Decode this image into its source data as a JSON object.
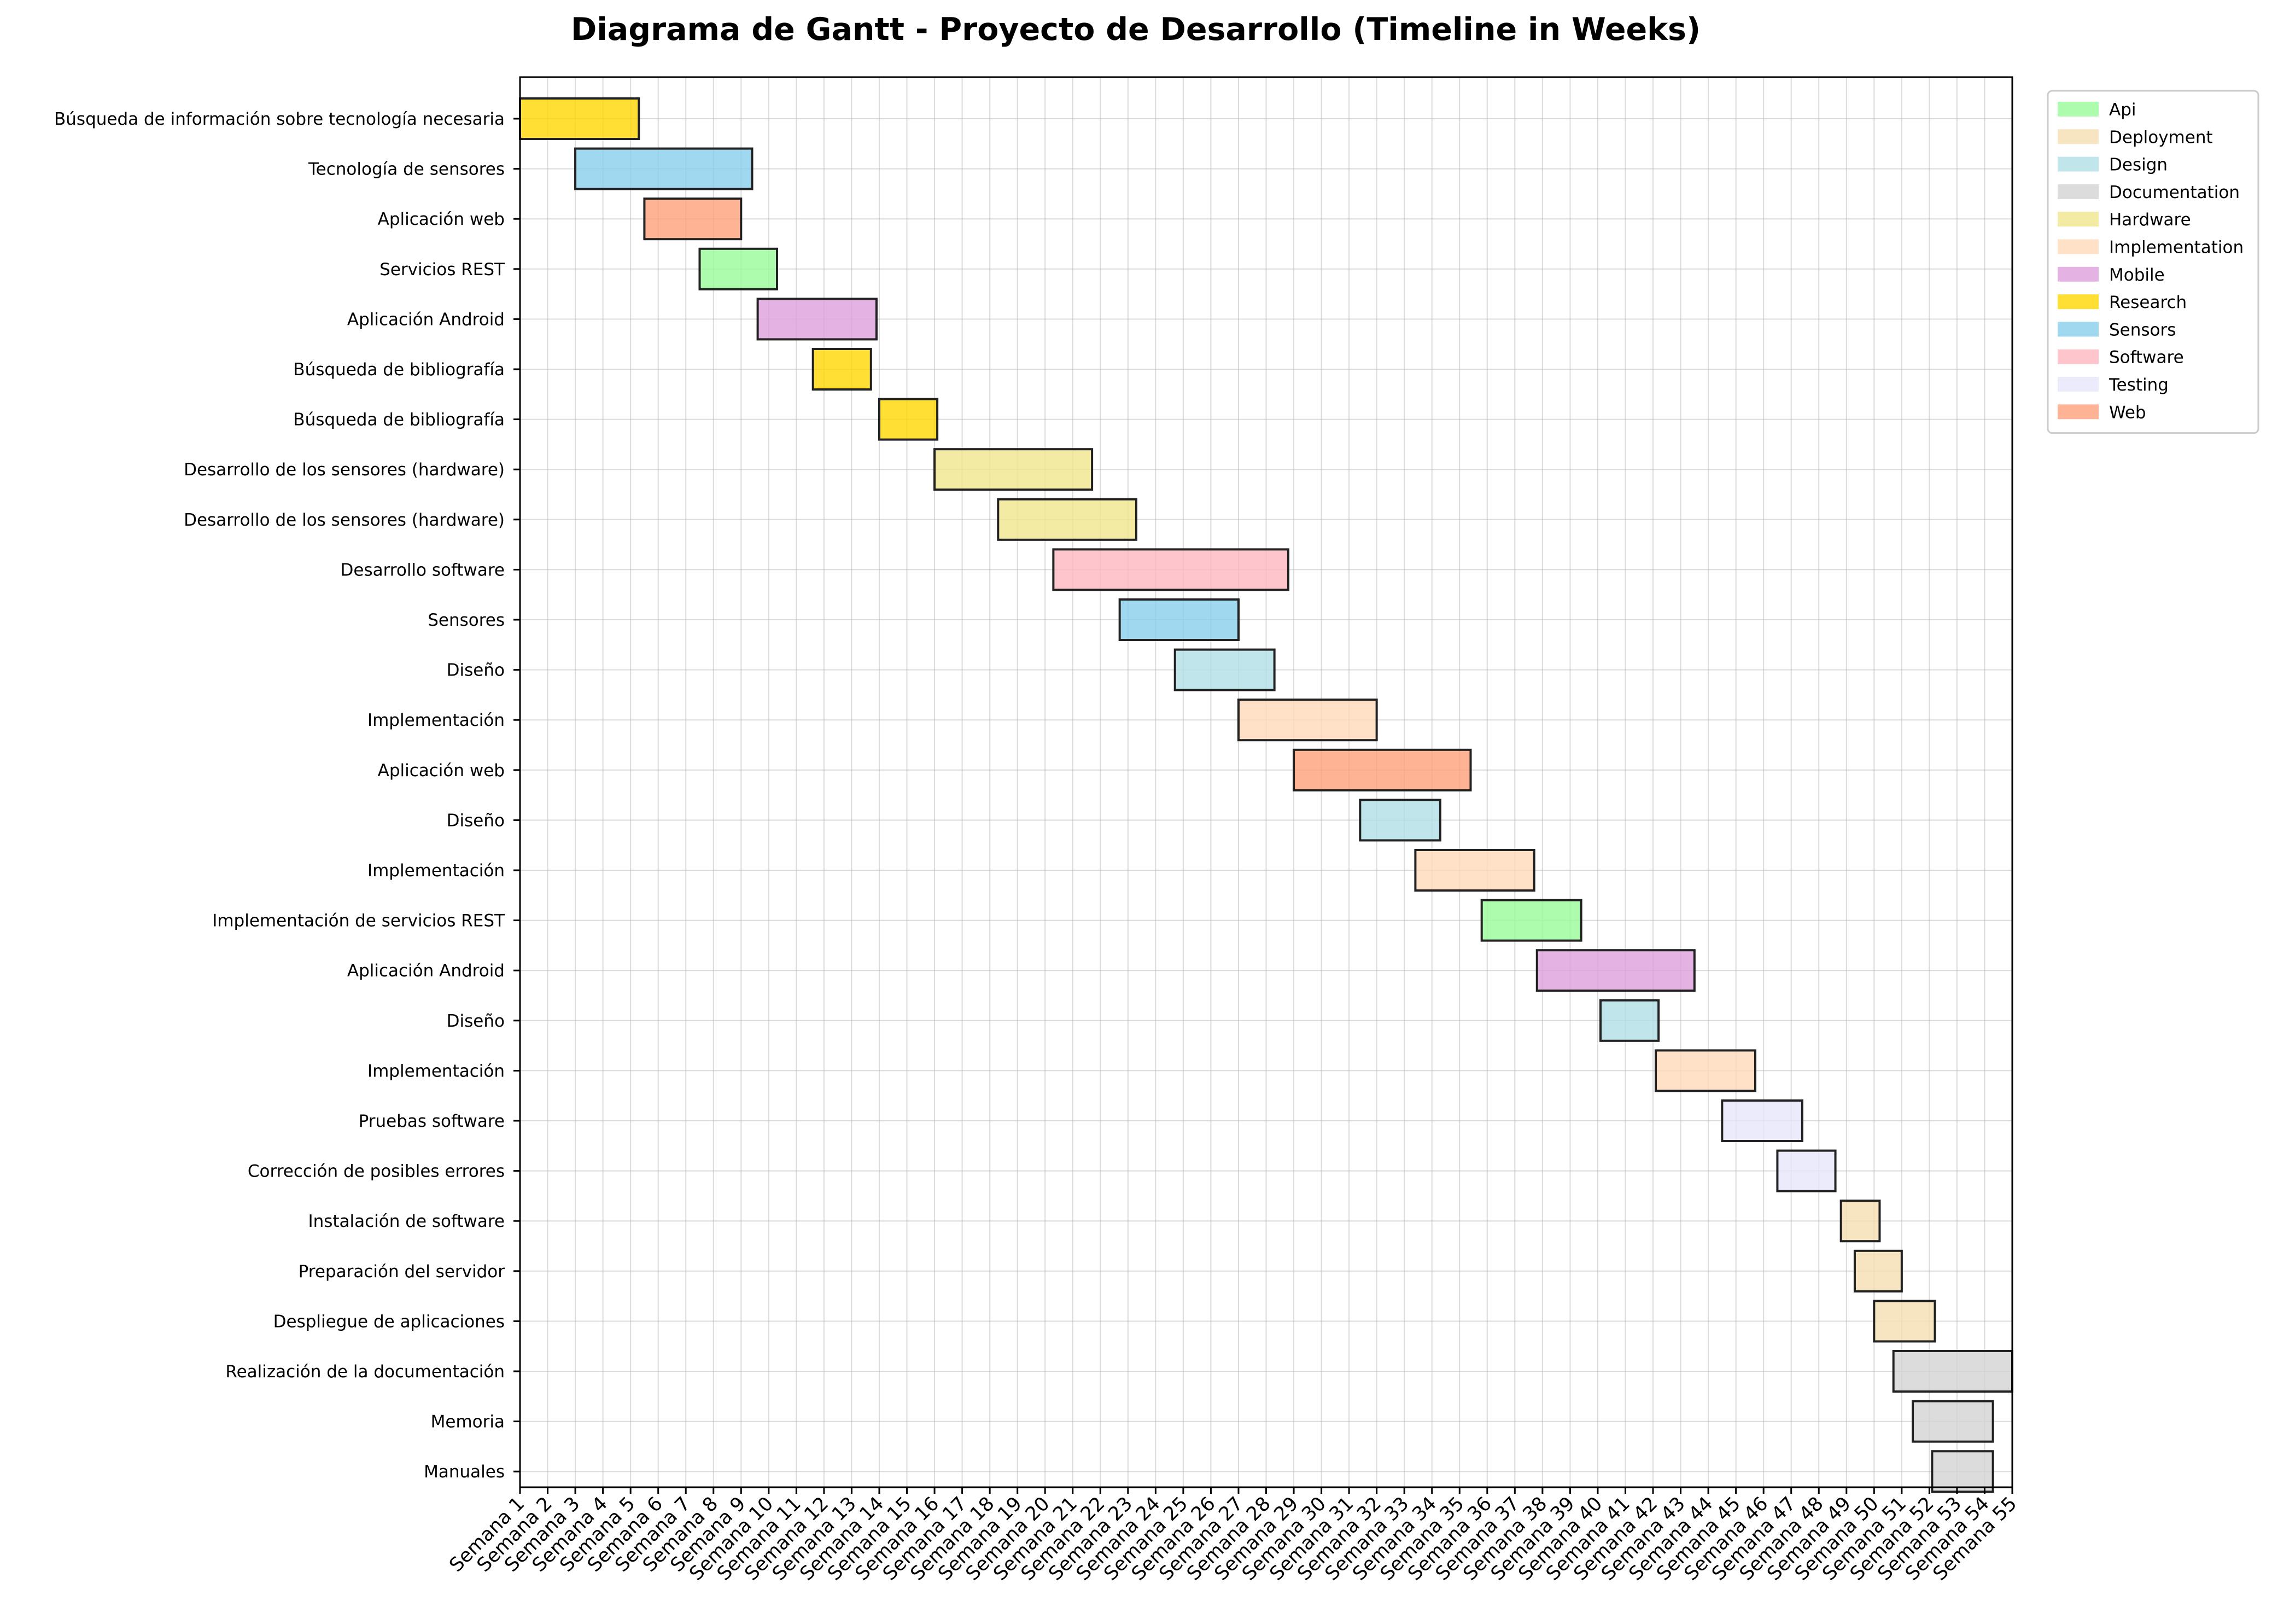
{
  "chart_data": {
    "type": "gantt",
    "title": "Diagrama de Gantt - Proyecto de Desarrollo (Timeline in Weeks)",
    "x_unit": "week",
    "xlim": [
      1,
      55
    ],
    "tick_labels": [
      "Semana 1",
      "Semana 2",
      "Semana 3",
      "Semana 4",
      "Semana 5",
      "Semana 6",
      "Semana 7",
      "Semana 8",
      "Semana 9",
      "Semana 10",
      "Semana 11",
      "Semana 12",
      "Semana 13",
      "Semana 14",
      "Semana 15",
      "Semana 16",
      "Semana 17",
      "Semana 18",
      "Semana 19",
      "Semana 20",
      "Semana 21",
      "Semana 22",
      "Semana 23",
      "Semana 24",
      "Semana 25",
      "Semana 26",
      "Semana 27",
      "Semana 28",
      "Semana 29",
      "Semana 30",
      "Semana 31",
      "Semana 32",
      "Semana 33",
      "Semana 34",
      "Semana 35",
      "Semana 36",
      "Semana 37",
      "Semana 38",
      "Semana 39",
      "Semana 40",
      "Semana 41",
      "Semana 42",
      "Semana 43",
      "Semana 44",
      "Semana 45",
      "Semana 46",
      "Semana 47",
      "Semana 48",
      "Semana 49",
      "Semana 50",
      "Semana 51",
      "Semana 52",
      "Semana 53",
      "Semana 54",
      "Semana 55"
    ],
    "grid": true,
    "legend_position": "outside-top-right",
    "categories": {
      "Api": "#98FB98",
      "Deployment": "#F5DEB3",
      "Design": "#B0E0E6",
      "Documentation": "#D3D3D3",
      "Hardware": "#F0E68C",
      "Implementation": "#FFDAB9",
      "Mobile": "#DDA0DD",
      "Research": "#FFD700",
      "Sensors": "#87CEEB",
      "Software": "#FFB6C1",
      "Testing": "#E6E6FA",
      "Web": "#FFA07A"
    },
    "tasks": [
      {
        "name": "Búsqueda de información sobre tecnología necesaria",
        "start": 1.0,
        "end": 5.3,
        "category": "Research"
      },
      {
        "name": "Tecnología de sensores",
        "start": 3.0,
        "end": 9.4,
        "category": "Sensors"
      },
      {
        "name": "Aplicación web",
        "start": 5.5,
        "end": 9.0,
        "category": "Web"
      },
      {
        "name": "Servicios REST",
        "start": 7.5,
        "end": 10.3,
        "category": "Api"
      },
      {
        "name": "Aplicación Android",
        "start": 9.6,
        "end": 13.9,
        "category": "Mobile"
      },
      {
        "name": "Búsqueda de bibliografía",
        "start": 11.6,
        "end": 13.7,
        "category": "Research"
      },
      {
        "name": "Búsqueda de bibliografía",
        "start": 14.0,
        "end": 16.1,
        "category": "Research"
      },
      {
        "name": "Desarrollo de los sensores (hardware)",
        "start": 16.0,
        "end": 21.7,
        "category": "Hardware"
      },
      {
        "name": "Desarrollo de los sensores (hardware)",
        "start": 18.3,
        "end": 23.3,
        "category": "Hardware"
      },
      {
        "name": "Desarrollo software",
        "start": 20.3,
        "end": 28.8,
        "category": "Software"
      },
      {
        "name": "Sensores",
        "start": 22.7,
        "end": 27.0,
        "category": "Sensors"
      },
      {
        "name": "Diseño",
        "start": 24.7,
        "end": 28.3,
        "category": "Design"
      },
      {
        "name": "Implementación",
        "start": 27.0,
        "end": 32.0,
        "category": "Implementation"
      },
      {
        "name": "Aplicación web",
        "start": 29.0,
        "end": 35.4,
        "category": "Web"
      },
      {
        "name": "Diseño",
        "start": 31.4,
        "end": 34.3,
        "category": "Design"
      },
      {
        "name": "Implementación",
        "start": 33.4,
        "end": 37.7,
        "category": "Implementation"
      },
      {
        "name": "Implementación de servicios REST",
        "start": 35.8,
        "end": 39.4,
        "category": "Api"
      },
      {
        "name": "Aplicación Android",
        "start": 37.8,
        "end": 43.5,
        "category": "Mobile"
      },
      {
        "name": "Diseño",
        "start": 40.1,
        "end": 42.2,
        "category": "Design"
      },
      {
        "name": "Implementación",
        "start": 42.1,
        "end": 45.7,
        "category": "Implementation"
      },
      {
        "name": "Pruebas software",
        "start": 44.5,
        "end": 47.4,
        "category": "Testing"
      },
      {
        "name": "Corrección de posibles errores",
        "start": 46.5,
        "end": 48.6,
        "category": "Testing"
      },
      {
        "name": "Instalación de software",
        "start": 48.8,
        "end": 50.2,
        "category": "Deployment"
      },
      {
        "name": "Preparación del servidor",
        "start": 49.3,
        "end": 51.0,
        "category": "Deployment"
      },
      {
        "name": "Despliegue de aplicaciones",
        "start": 50.0,
        "end": 52.2,
        "category": "Deployment"
      },
      {
        "name": "Realización de la documentación",
        "start": 50.7,
        "end": 55.0,
        "category": "Documentation"
      },
      {
        "name": "Memoria",
        "start": 51.4,
        "end": 54.3,
        "category": "Documentation"
      },
      {
        "name": "Manuales",
        "start": 52.1,
        "end": 54.3,
        "category": "Documentation"
      }
    ]
  }
}
